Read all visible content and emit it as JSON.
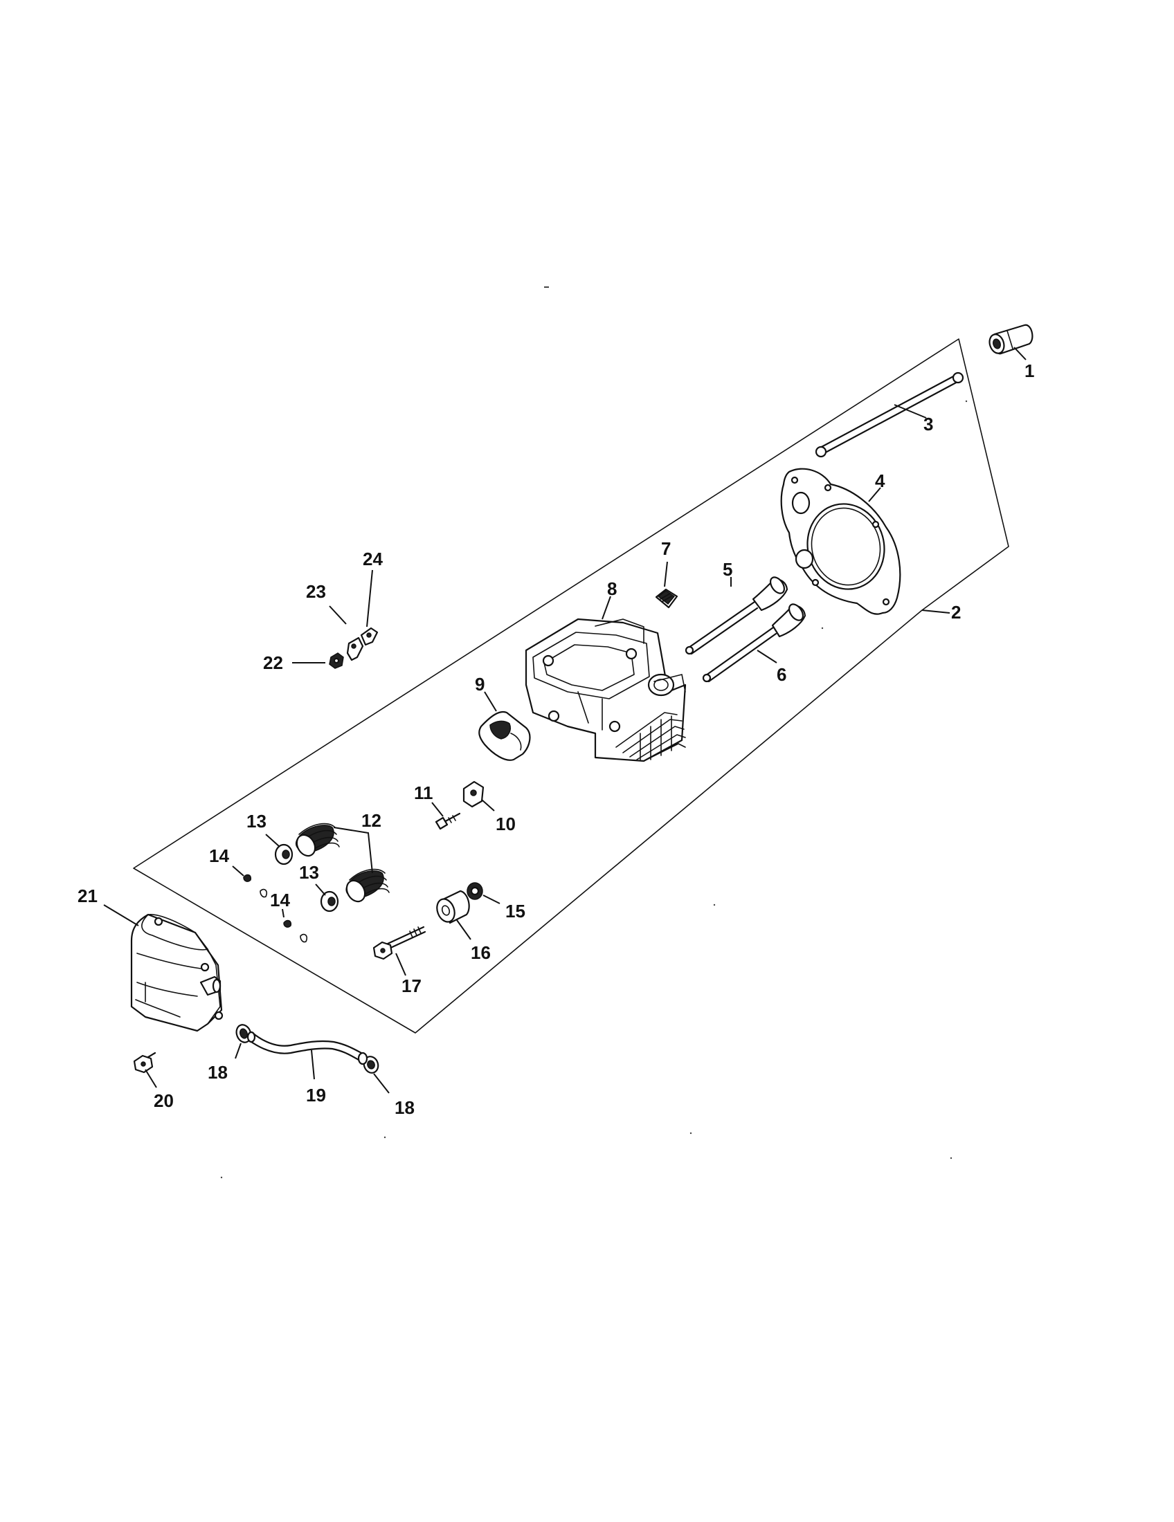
{
  "figure": {
    "callouts": [
      {
        "id": "c1",
        "text": "1"
      },
      {
        "id": "c2",
        "text": "2"
      },
      {
        "id": "c3",
        "text": "3"
      },
      {
        "id": "c4",
        "text": "4"
      },
      {
        "id": "c5",
        "text": "5"
      },
      {
        "id": "c6",
        "text": "6"
      },
      {
        "id": "c7",
        "text": "7"
      },
      {
        "id": "c8",
        "text": "8"
      },
      {
        "id": "c9",
        "text": "9"
      },
      {
        "id": "c10",
        "text": "10"
      },
      {
        "id": "c11",
        "text": "11"
      },
      {
        "id": "c12",
        "text": "12"
      },
      {
        "id": "c13a",
        "text": "13"
      },
      {
        "id": "c13b",
        "text": "13"
      },
      {
        "id": "c14a",
        "text": "14"
      },
      {
        "id": "c14b",
        "text": "14"
      },
      {
        "id": "c15",
        "text": "15"
      },
      {
        "id": "c16",
        "text": "16"
      },
      {
        "id": "c17",
        "text": "17"
      },
      {
        "id": "c18a",
        "text": "18"
      },
      {
        "id": "c18b",
        "text": "18"
      },
      {
        "id": "c19",
        "text": "19"
      },
      {
        "id": "c20",
        "text": "20"
      },
      {
        "id": "c21",
        "text": "21"
      },
      {
        "id": "c22",
        "text": "22"
      },
      {
        "id": "c23",
        "text": "23"
      },
      {
        "id": "c24",
        "text": "24"
      }
    ]
  }
}
